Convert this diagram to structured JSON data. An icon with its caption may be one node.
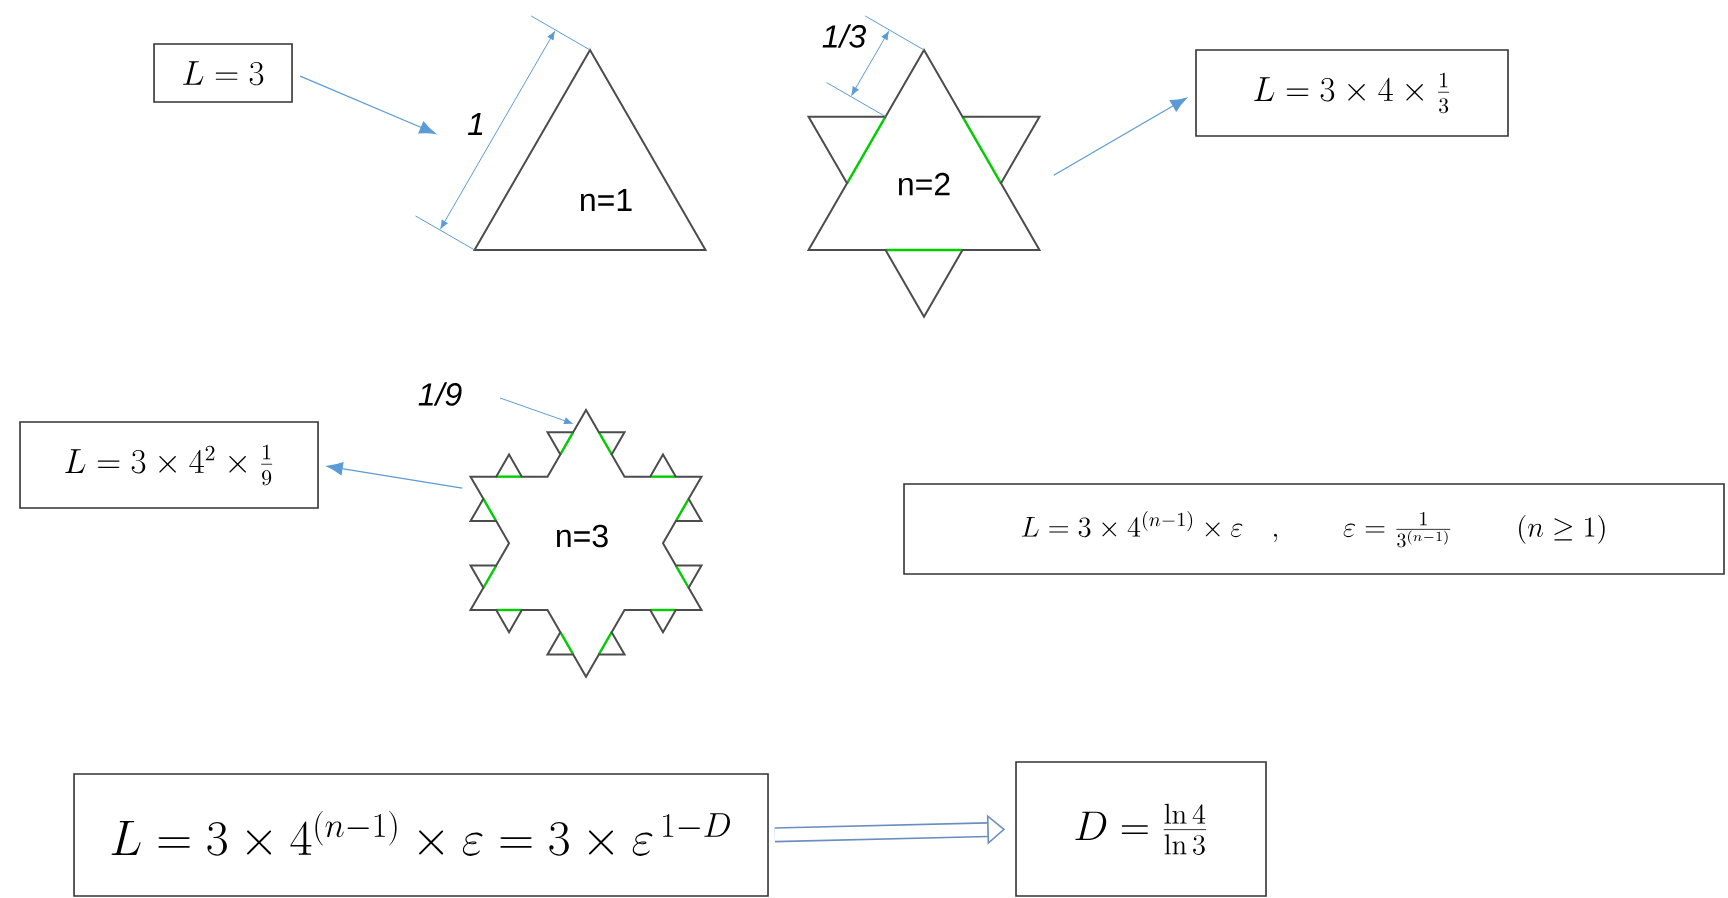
{
  "diagram": {
    "nodes": [
      {
        "text": [
          "L = 3"
        ]
      },
      {
        "text": [
          "n=1"
        ]
      },
      {
        "text": [
          "n=2"
        ]
      },
      {
        "text": [
          "L = 3 \\times 4 \\times \\frac{1}{3}"
        ]
      },
      {
        "text": [
          "L = 3 \\times 4^{2} \\times \\frac{1}{9}"
        ]
      },
      {
        "text": [
          "n=3"
        ]
      },
      {
        "text": [
          "L = 3 \\times 4^{(n-1)} \\times \\varepsilon \\quad ,",
          "\\varepsilon = \\frac{1}{3^{(n-1)}}",
          "(n \\geq 1)"
        ]
      },
      {
        "text": [
          "L = 3 \\times 4^{(n-1)} \\times \\varepsilon = 3 \\times \\varepsilon^{\\,1-D}"
        ]
      },
      {
        "text": [
          "D = \\frac{\\ln 4}{\\ln 3}"
        ]
      }
    ],
    "edges": [
      {
        "from": 0,
        "to": 1,
        "arrow": "to"
      },
      {
        "from": 2,
        "to": 3,
        "arrow": "to"
      },
      {
        "from": 5,
        "to": 4,
        "arrow": "to"
      },
      {
        "from": 7,
        "to": 8,
        "arrow": "to",
        "style": "thick",
        "color": "#6c8ebf"
      }
    ],
    "labels": [
      "1",
      "1/3",
      "1/9"
    ]
  }
}
